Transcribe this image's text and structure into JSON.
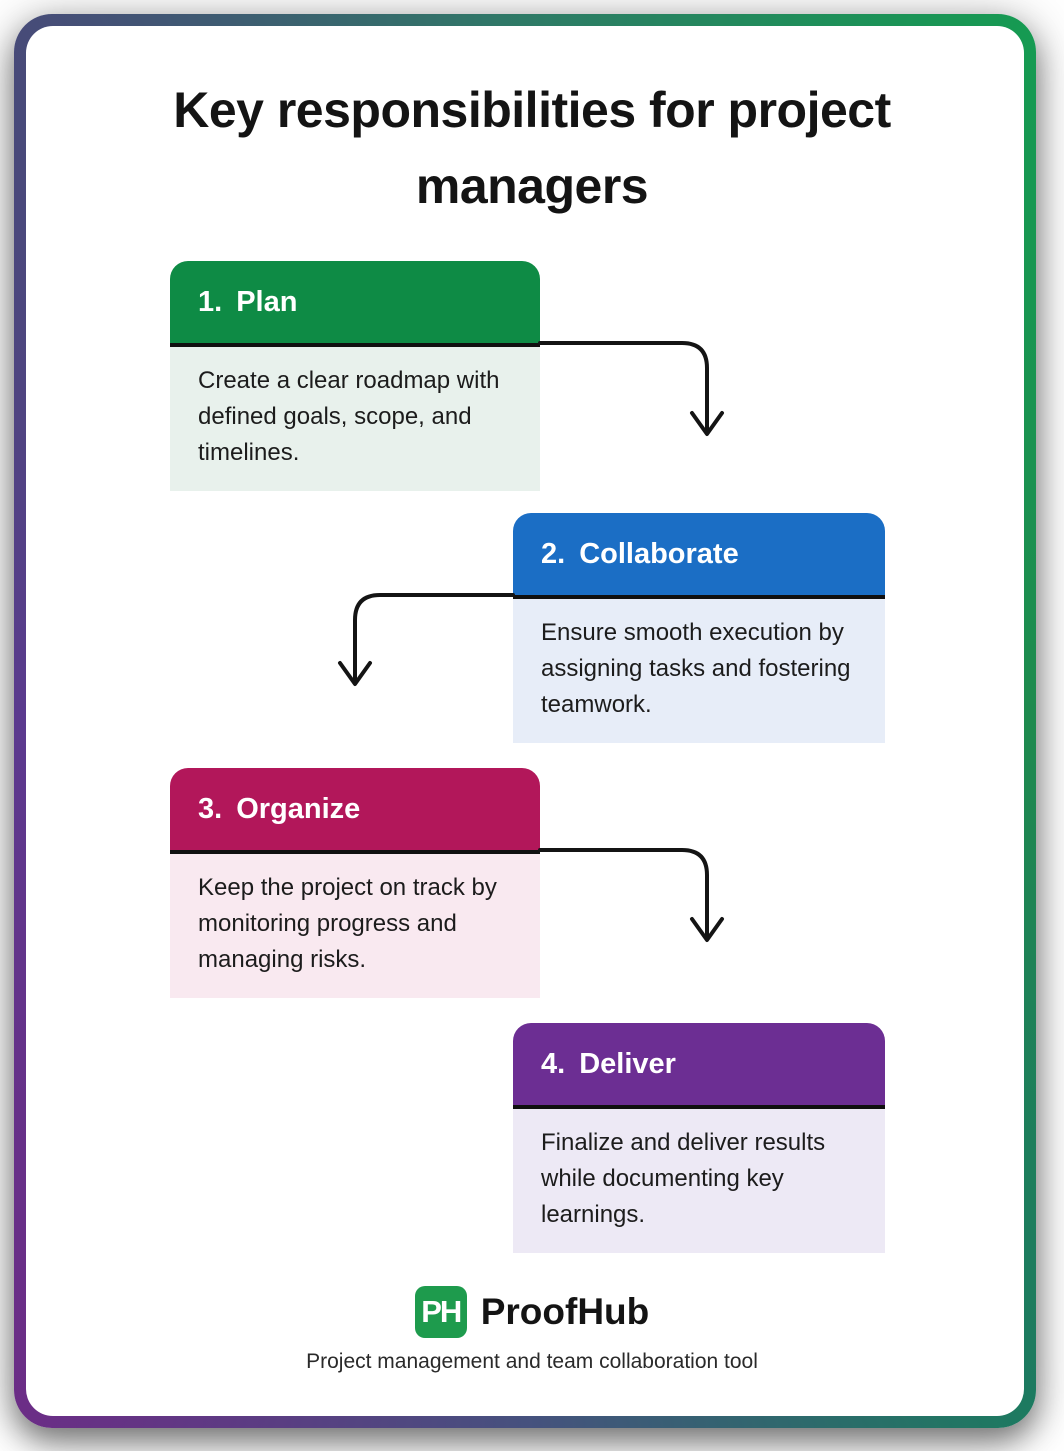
{
  "title": {
    "line1": "Key responsibilities for project",
    "line2": "managers"
  },
  "steps": [
    {
      "number": "1.",
      "label": "Plan",
      "description": "Create a clear roadmap with defined goals, scope, and timelines.",
      "header_color": "#0E8B45",
      "body_color": "#E8F1EC"
    },
    {
      "number": "2.",
      "label": "Collaborate",
      "description": "Ensure smooth execution by assigning tasks and fostering teamwork.",
      "header_color": "#1B6EC5",
      "body_color": "#E7EDF8"
    },
    {
      "number": "3.",
      "label": "Organize",
      "description": "Keep the project on track by monitoring progress and managing risks.",
      "header_color": "#B2175A",
      "body_color": "#F9E9F0"
    },
    {
      "number": "4.",
      "label": "Deliver",
      "description": "Finalize and deliver results while documenting key learnings.",
      "header_color": "#6C2E93",
      "body_color": "#EDE9F5"
    }
  ],
  "arrows": {
    "color": "#141414"
  },
  "frame": {
    "gradient_colors": {
      "top": "#2E7A66",
      "top_right": "#169A52",
      "right": "#1E8A4E",
      "bottom_right": "#1D7A60",
      "bottom": "#46517E",
      "bottom_left": "#6B2D86",
      "left": "#5B3A8E",
      "top_left": "#474B78"
    }
  },
  "footer": {
    "logo_text": "PH",
    "logo_color": "#1E9B4D",
    "brand": "ProofHub",
    "tagline": "Project management and team collaboration tool"
  }
}
